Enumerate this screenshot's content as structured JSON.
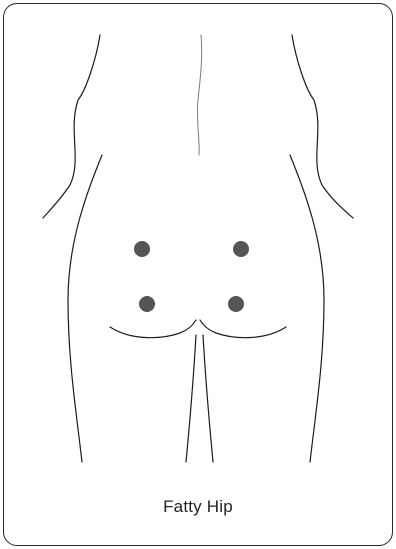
{
  "caption": "Fatty Hip",
  "colors": {
    "border": "#2a2a2a",
    "outline": "#1c1c1c",
    "marker": "#555555",
    "background": "#ffffff"
  },
  "markers": [
    {
      "name": "upper-left-injection-point"
    },
    {
      "name": "upper-right-injection-point"
    },
    {
      "name": "lower-left-injection-point"
    },
    {
      "name": "lower-right-injection-point"
    }
  ]
}
